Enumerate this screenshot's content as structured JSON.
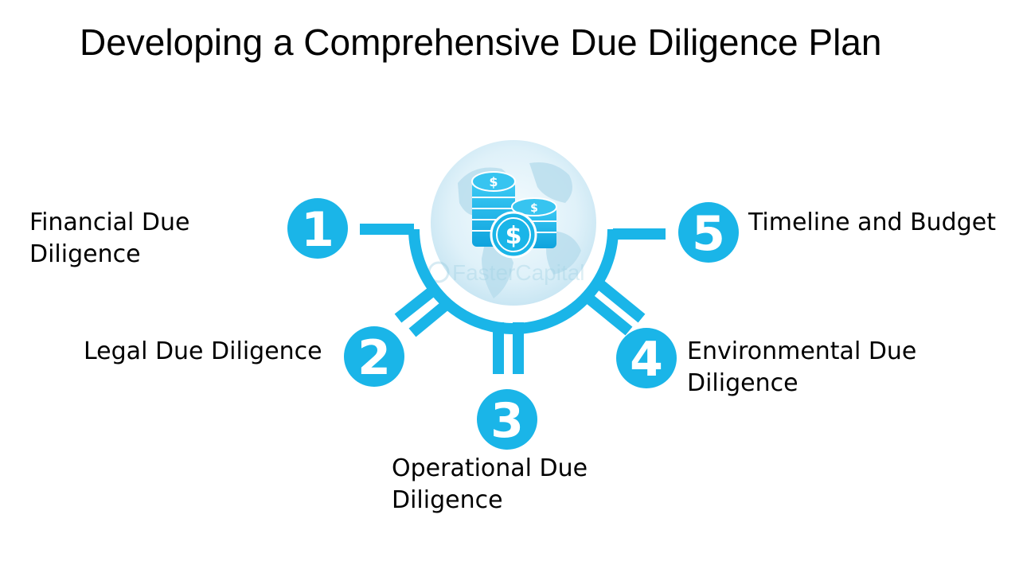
{
  "title": "Developing a Comprehensive Due Diligence Plan",
  "watermark": "FasterCapital",
  "colors": {
    "accent": "#1ab5e8",
    "accent_dark": "#0f8fbf",
    "globe": "#d8eef7",
    "text": "#000000"
  },
  "steps": [
    {
      "number": "1",
      "label_line1": "Financial Due",
      "label_line2": "Diligence"
    },
    {
      "number": "2",
      "label_line1": "Legal Due Diligence",
      "label_line2": ""
    },
    {
      "number": "3",
      "label_line1": "Operational Due",
      "label_line2": "Diligence"
    },
    {
      "number": "4",
      "label_line1": "Environmental Due",
      "label_line2": "Diligence"
    },
    {
      "number": "5",
      "label_line1": "Timeline and Budget",
      "label_line2": ""
    }
  ],
  "center_icon": "coin-stack-icon"
}
